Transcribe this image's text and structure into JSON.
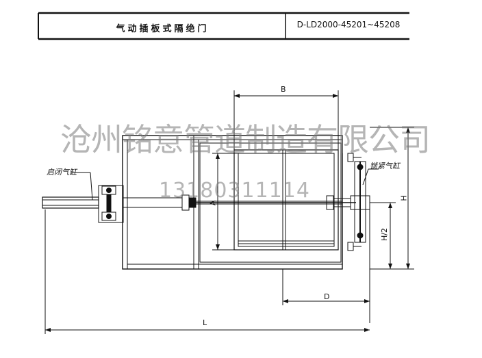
{
  "header": {
    "title": "气动插板式隔绝门",
    "code": "D-LD2000-45201~45208"
  },
  "labels": {
    "open_close_cylinder": "启闭气缸",
    "locking_cylinder": "锁紧气缸",
    "dim_B": "B",
    "dim_A": "A",
    "dim_H": "H",
    "dim_H2": "H/2",
    "dim_D": "D",
    "dim_L": "L"
  },
  "watermark": {
    "company": "沧州铭意管道制造有限公司",
    "phone": "13180311114"
  }
}
